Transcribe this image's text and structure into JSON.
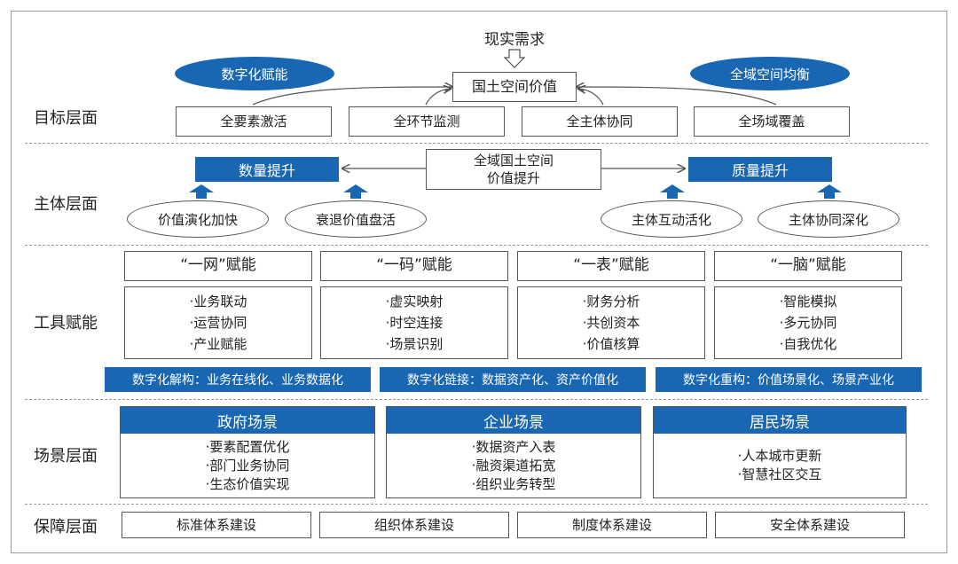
{
  "layers": {
    "goal": "目标层面",
    "subject": "主体层面",
    "tool": "工具赋能",
    "scene": "场景层面",
    "guarantee": "保障层面"
  },
  "goal": {
    "demand": "现实需求",
    "core": "国土空间价值",
    "left_ellipse": "数字化赋能",
    "right_ellipse": "全域空间均衡",
    "boxes": [
      "全要素激活",
      "全环节监测",
      "全主体协同",
      "全场域覆盖"
    ]
  },
  "subject": {
    "quantity": "数量提升",
    "quality": "质量提升",
    "center_line1": "全域国土空间",
    "center_line2": "价值提升",
    "ellipses": [
      "价值演化加快",
      "衰退价值盘活",
      "主体互动活化",
      "主体协同深化"
    ]
  },
  "tools": {
    "columns": [
      {
        "title": "“一网”赋能",
        "items": [
          "·业务联动",
          "·运营协同",
          "·产业赋能"
        ]
      },
      {
        "title": "“一码”赋能",
        "items": [
          "·虚实映射",
          "·时空连接",
          "·场景识别"
        ]
      },
      {
        "title": "“一表”赋能",
        "items": [
          "·财务分析",
          "·共创资本",
          "·价值核算"
        ]
      },
      {
        "title": "“一脑”赋能",
        "items": [
          "·智能模拟",
          "·多元协同",
          "·自我优化"
        ]
      }
    ],
    "bands": [
      "数字化解构：业务在线化、业务数据化",
      "数字化链接：数据资产化、资产价值化",
      "数字化重构：价值场景化、场景产业化"
    ]
  },
  "scenes": [
    {
      "title": "政府场景",
      "items": [
        "·要素配置优化",
        "·部门业务协同",
        "·生态价值实现"
      ]
    },
    {
      "title": "企业场景",
      "items": [
        "·数据资产入表",
        "·融资渠道拓宽",
        "·组织业务转型"
      ]
    },
    {
      "title": "居民场景",
      "items": [
        "·人本城市更新",
        "·智慧社区交互"
      ]
    }
  ],
  "guarantee": [
    "标准体系建设",
    "组织体系建设",
    "制度体系建设",
    "安全体系建设"
  ],
  "colors": {
    "accent": "#1967b2",
    "border": "#555555",
    "divider": "#999999"
  }
}
